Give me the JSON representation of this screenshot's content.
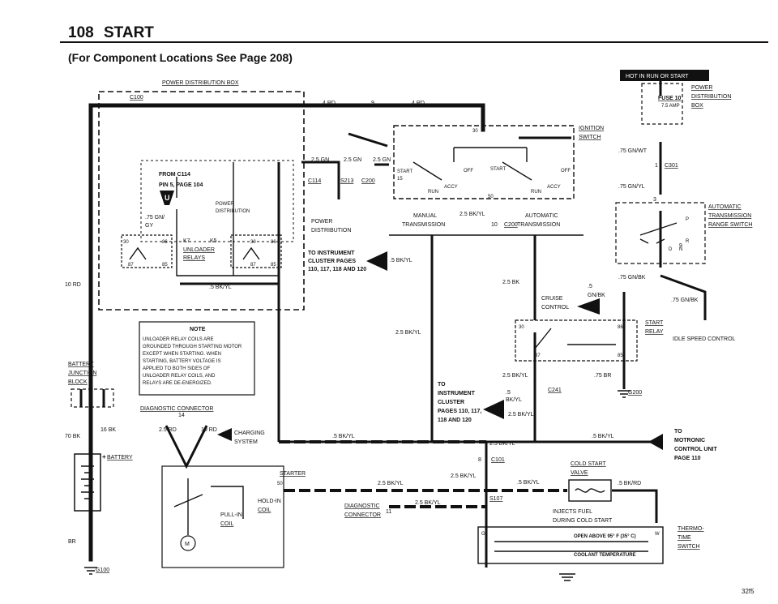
{
  "page": {
    "number": "108",
    "title": "START",
    "subtitle": "(For Component Locations See Page 208)",
    "hot_label": "HOT IN RUN OR START",
    "corner_code": "32f5"
  },
  "power_distribution_box": {
    "title": "POWER DISTRIBUTION BOX",
    "connector": "C100",
    "from_label": "FROM C114",
    "from_page": "PIN 5, PAGE 104",
    "power_dist": "POWER DISTRIBUTION",
    "wire_gn_gy_1": ".75 GN/",
    "wire_gn_gy_2": "GY",
    "relays": "K7 K5 UNLOADER RELAYS",
    "relays_title": "UNLOADER",
    "relays_sub": "RELAYS",
    "k7": "K7",
    "k5": "K5",
    "wire_bk_yl": ".5 BK/YL",
    "pins": [
      "30",
      "86",
      "87",
      "85",
      "30",
      "86",
      "87",
      "85"
    ]
  },
  "fuse_box": {
    "fuse": "FUSE 10",
    "rating": "7.5 AMP",
    "power": "POWER",
    "dist": "DISTRIBUTION",
    "box": "BOX"
  },
  "wires": {
    "w4rd_a": "4 RD",
    "w9": "9",
    "w4rd_b": "4 RD",
    "w25gn_a": "2.5 GN",
    "w25gn_b": "2.5 GN",
    "w25gn_c": "2.5 GN",
    "c114": "C114",
    "s213": "S213",
    "c200a": "C200",
    "to_cluster": "TO INSTRUMENT CLUSTER PAGES 110, 117, 118 AND 120",
    "to_cluster_1": "TO INSTRUMENT",
    "to_cluster_2": "CLUSTER PAGES",
    "to_cluster_3": "110, 117, 118 AND 120",
    "w5bkyl_a": ".5 BK/YL",
    "power_distribution": "POWER",
    "power_distribution_2": "DISTRIBUTION",
    "w10rd": "10 RD",
    "w70bk": "70 BK",
    "w16bk": "16 BK",
    "w25rd": "2.5 RD",
    "w10rd_b": "10 RD",
    "charging": "CHARGING",
    "system": "SYSTEM",
    "w14": "14",
    "battery_junction": "BATTERY",
    "battery_junction_2": "JUNCTION",
    "battery_junction_3": "BLOCK",
    "battery": "BATTERY",
    "br": "BR",
    "g100": "G100",
    "diag_connector": "DIAGNOSTIC CONNECTOR",
    "w5bkyl_b": ".5 BK/YL",
    "w75gnwt": ".75 GN/WT",
    "c301": "C301",
    "w75gnyl": ".75 GN/YL",
    "w75gnbk": ".75 GN/BK",
    "w75gnbk_b": ".75 GN/BK",
    "w25bk": "2.5 BK",
    "w25bkyl_a": "2.5 BK/YL",
    "w25bkyl_b": "2.5 BK/YL",
    "w25bkyl_c": "2.5 BK/YL",
    "w25bkyl_d": "2.5 BK/YL",
    "w25bkyl_e": "2.5 BK/YL",
    "w25bkyl_f": "2.5 BK/YL",
    "w25bkyl_g": "2.5 BK/YL",
    "w25bkyl_h": "2.5 BK/YL",
    "w5gnbk": ".5",
    "w5gnbk_2": "GN/BK",
    "w75br": ".75 BR",
    "g200": "G200",
    "c241": "C241",
    "w5bkyl_c": ".5",
    "w5bkyl_c2": "BK/YL",
    "w5bkyl_d": ".5 BK/YL",
    "w5bkyl_e": ".5 BK/YL",
    "w5bkyl_f": ".5 BK/YL",
    "w5bkrd": ".5 BK/RD",
    "c101": "C101",
    "s107": "S107",
    "w8": "8",
    "w11": "11",
    "w50": "50",
    "w30": "30",
    "w15": "15",
    "w10": "10",
    "w1": "1",
    "w3": "3",
    "w9b": "9",
    "c200b": "C200"
  },
  "ignition": {
    "title": "IGNITION",
    "title2": "SWITCH",
    "manual": "MANUAL",
    "manual2": "TRANSMISSION",
    "automatic": "AUTOMATIC",
    "automatic2": "TRANSMISSION",
    "start": "START",
    "off": "OFF",
    "run": "RUN",
    "accy": "ACCY"
  },
  "range_switch": {
    "t1": "AUTOMATIC",
    "t2": "TRANSMISSION",
    "t3": "RANGE SWITCH",
    "p": "P",
    "r": "R",
    "d": "D",
    "n": "N"
  },
  "cruise": {
    "t1": "CRUISE",
    "t2": "CONTROL",
    "start_relay": "START",
    "start_relay2": "RELAY",
    "idle": "IDLE SPEED CONTROL",
    "pins": [
      "30",
      "86",
      "87",
      "85"
    ]
  },
  "note": {
    "title": "NOTE",
    "lines": [
      "UNLOADER RELAY COILS ARE",
      "GROUNDED THROUGH STARTING MOTOR",
      "EXCEPT WHEN STARTING. WHEN",
      "STARTING, BATTERY VOLTAGE IS",
      "APPLIED TO BOTH SIDES OF",
      "UNLOADER RELAY COILS, AND",
      "RELAYS ARE DE-ENERGIZED."
    ]
  },
  "instrument": {
    "t1": "TO",
    "t2": "INSTRUMENT",
    "t3": "CLUSTER",
    "t4": "PAGES 110, 117,",
    "t5": "118 AND 120"
  },
  "motronic": {
    "t1": "TO",
    "t2": "MOTRONIC",
    "t3": "CONTROL UNIT",
    "t4": "PAGE 110"
  },
  "starter": {
    "title": "STARTER",
    "hold": "HOLD-IN",
    "coil": "COIL",
    "pull": "PULL-IN",
    "coil2": "COIL",
    "m": "M"
  },
  "cold_start": {
    "t1": "COLD START",
    "t2": "VALVE",
    "inj1": "INJECTS FUEL",
    "inj2": "DURING COLD START",
    "diag": "DIAGNOSTIC",
    "diag2": "CONNECTOR",
    "thermo1": "THERMO-",
    "thermo2": "TIME",
    "thermo3": "SWITCH",
    "open_above": "OPEN ABOVE 95° F (35° C)",
    "coolant": "COOLANT TEMPERATURE",
    "g": "G",
    "w": "W"
  }
}
